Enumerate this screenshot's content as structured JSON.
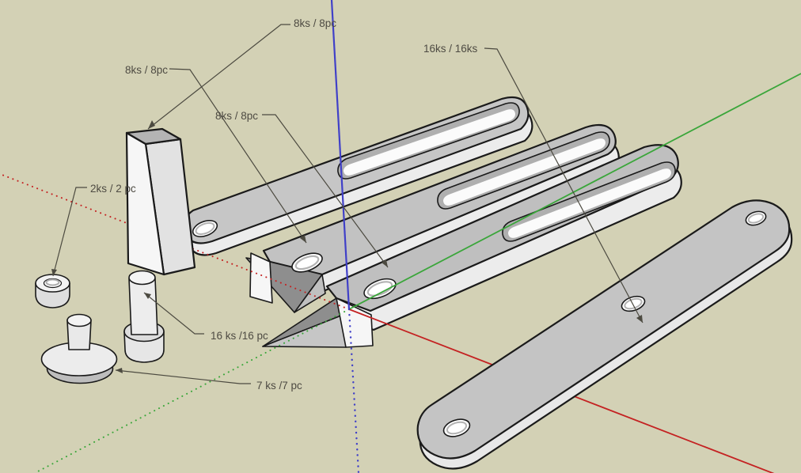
{
  "viewport": {
    "background_color": "#d3d1b5"
  },
  "axes": {
    "red": "#c42222",
    "green": "#3aa63a",
    "blue": "#4040c8"
  },
  "labels": [
    {
      "id": "count-label-stop-block",
      "text": "8ks / 8pc"
    },
    {
      "id": "count-label-clamp-arm-2",
      "text": "8ks / 8pc"
    },
    {
      "id": "count-label-clamp-arm-3",
      "text": "8ks / 8pc"
    },
    {
      "id": "count-label-rail-bar",
      "text": "16ks / 16ks"
    },
    {
      "id": "count-label-round-nut",
      "text": "2ks / 2 pc"
    },
    {
      "id": "count-label-stepped-pin",
      "text": "16 ks /16 pc"
    },
    {
      "id": "count-label-knob",
      "text": "7 ks /7 pc"
    }
  ]
}
